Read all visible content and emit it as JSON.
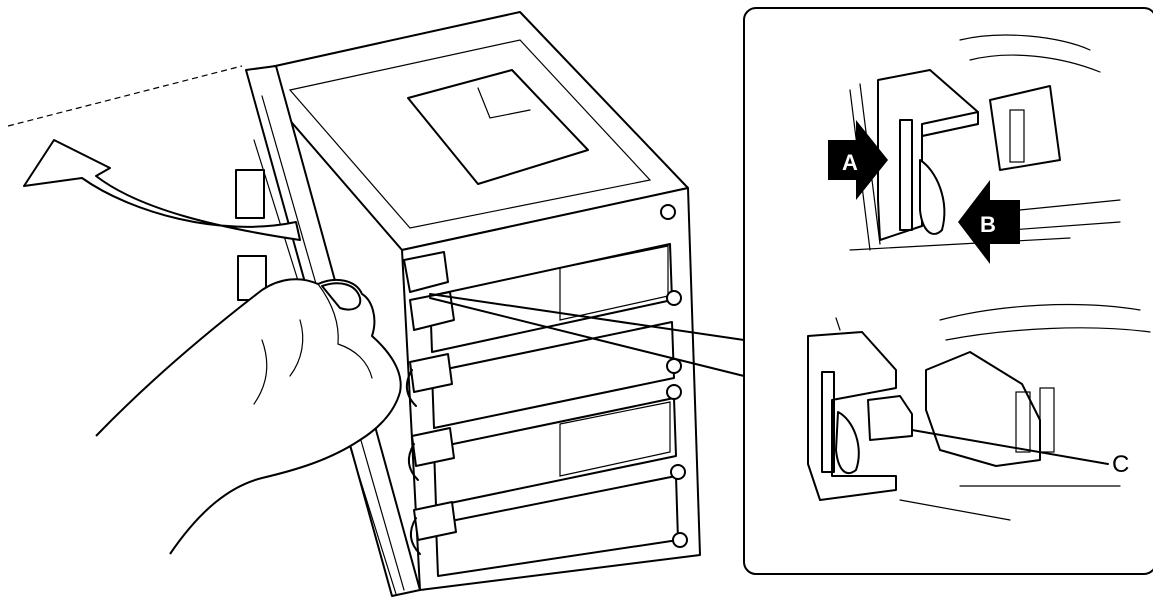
{
  "labels": {
    "a": "A",
    "b": "B",
    "c": "C"
  },
  "colors": {
    "ink": "#000000",
    "paper": "#ffffff"
  },
  "icons": {
    "rotate_arrow": "curved-arrow-icon",
    "push_arrow_a": "arrow-right-icon",
    "push_arrow_b": "arrow-left-icon"
  }
}
